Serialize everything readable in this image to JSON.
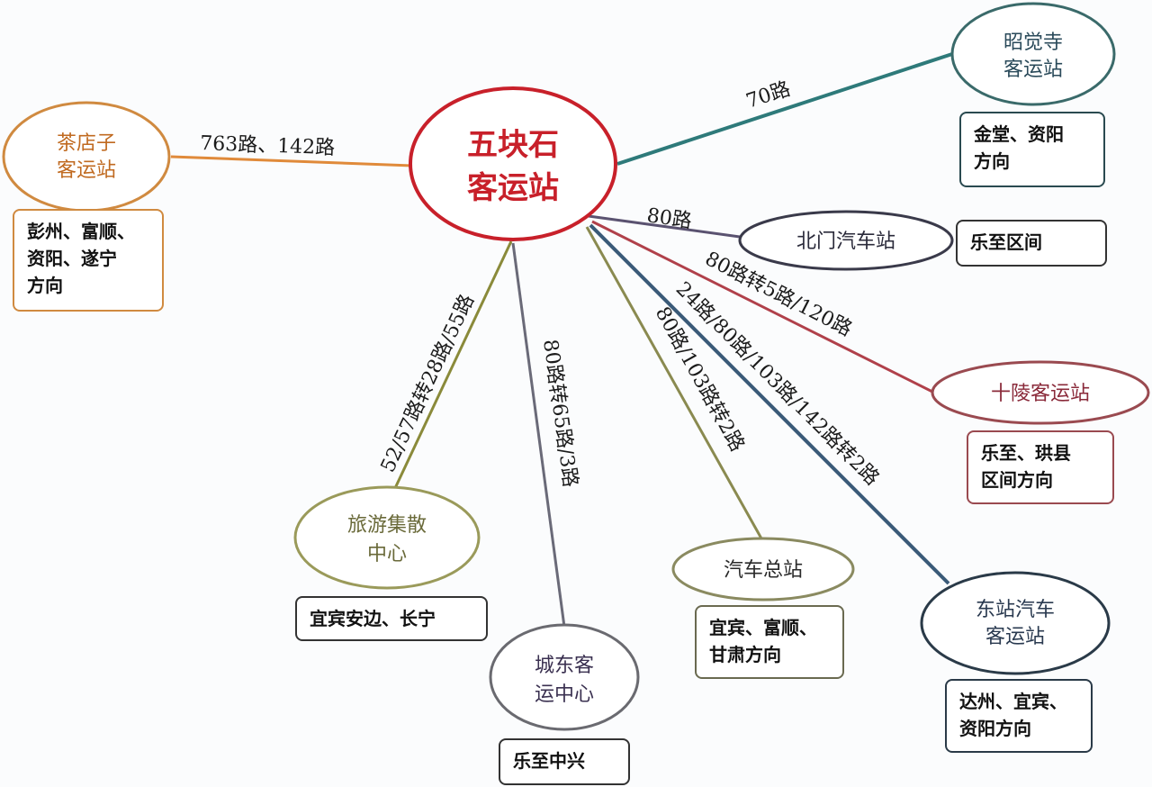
{
  "hub": {
    "line1": "五块石",
    "line2": "客运站",
    "color": "#c8202a"
  },
  "stations": {
    "chadianzi": {
      "line1": "茶店子",
      "line2": "客运站",
      "route": "763路、142路",
      "dest": "彭州、富顺、\n资阳、遂宁\n方向",
      "color": "#e08a3a"
    },
    "zhaojuesi": {
      "line1": "昭觉寺",
      "line2": "客运站",
      "route": "70路",
      "dest": "金堂、资阳\n方向",
      "color": "#2e7a7a"
    },
    "beimen": {
      "line1": "北门汽车站",
      "route": "80路",
      "dest": "乐至区间",
      "color": "#5a5270"
    },
    "shiling": {
      "line1": "十陵客运站",
      "route": "80路转5路/120路",
      "dest": "乐至、珙县\n区间方向",
      "color": "#b0404a"
    },
    "dongzhan": {
      "line1": "东站汽车",
      "line2": "客运站",
      "route": "24路/80路/103路/142路转2路",
      "dest": "达州、宜宾、\n资阳方向",
      "color": "#3a5a78"
    },
    "qichezong": {
      "line1": "汽车总站",
      "route": "80路/103路转2路",
      "dest": "宜宾、富顺、\n甘肃方向",
      "color": "#8a8a50"
    },
    "chengdong": {
      "line1": "城东客",
      "line2": "运中心",
      "route": "80路转65路/3路",
      "dest": "乐至中兴",
      "color": "#6a6a78"
    },
    "lvyou": {
      "line1": "旅游集散",
      "line2": "中心",
      "route": "52/57路转28路/55路",
      "dest": "宜宾安边、长宁",
      "color": "#8a8a3a"
    }
  }
}
